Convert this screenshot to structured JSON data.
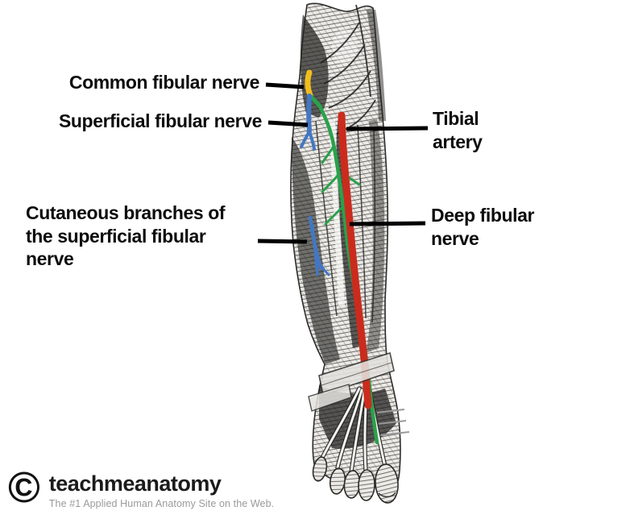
{
  "figure": {
    "type": "anatomical-diagram",
    "subject": "Anterior leg and dorsum of foot with nerves and artery highlighted",
    "labels": {
      "common_fibular": "Common fibular nerve",
      "superficial_fibular": "Superficial fibular nerve",
      "cutaneous_branches": "Cutaneous branches of the superficial fibular nerve",
      "tibial_artery": "Tibial artery",
      "deep_fibular": "Deep fibular nerve"
    },
    "structure_colors": {
      "common_fibular_nerve": "#f0bd1c",
      "superficial_fibular_nerve": "#4377c4",
      "deep_fibular_nerve": "#2aa14b",
      "tibial_artery": "#cb2b1d",
      "leader_line": "#000000"
    }
  },
  "footer": {
    "copyright_symbol": "©",
    "site_name": "teachmeanatomy",
    "tagline": "The #1 Applied Human Anatomy Site on the Web."
  }
}
